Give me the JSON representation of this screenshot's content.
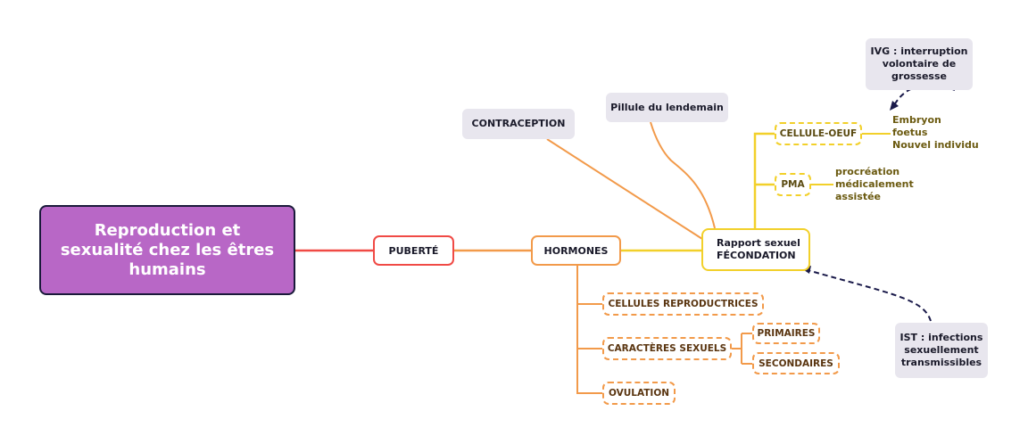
{
  "root": {
    "label": "Reproduction et sexualité chez les êtres humains"
  },
  "nodes": {
    "puberte": "PUBERTÉ",
    "hormones": "HORMONES",
    "rapport_line1": "Rapport sexuel",
    "rapport_line2": "FÉCONDATION",
    "contraception": "CONTRACEPTION",
    "pillule": "Pillule du lendemain",
    "cellule_oeuf": "CELLULE-OEUF",
    "pma": "PMA",
    "cellules_reproductrices": "CELLULES REPRODUCTRICES",
    "caracteres_sexuels": "CARACTÈRES SEXUELS",
    "primaires": "PRIMAIRES",
    "secondaires": "SECONDAIRES",
    "ovulation": "OVULATION"
  },
  "leaves": {
    "cellule_oeuf": [
      "Embryon",
      "foetus",
      "Nouvel individu"
    ],
    "pma": [
      "procréation",
      "médicalement",
      "assistée"
    ]
  },
  "notes": {
    "ivg": [
      "IVG : interruption",
      "volontaire de",
      "grossesse"
    ],
    "ist": [
      "IST : infections",
      "sexuellement",
      "transmissibles"
    ]
  },
  "colors": {
    "root_fill": "#b867c6",
    "root_border": "#1a1a3a",
    "puberte": "#f04a45",
    "hormones": "#f29a4a",
    "fecondation": "#f2d02a",
    "note_bg": "#e8e6ee",
    "dashed_arrow": "#1a1a4a"
  }
}
